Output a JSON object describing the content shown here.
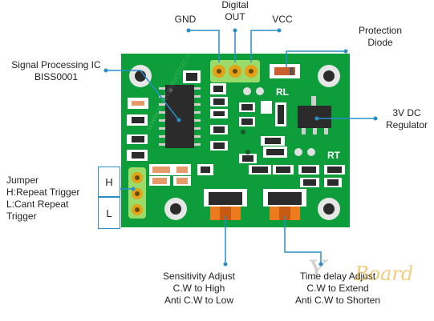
{
  "labels": {
    "gnd": "GND",
    "digital_out_1": "Digital",
    "digital_out_2": "OUT",
    "vcc": "VCC",
    "protection_1": "Protection",
    "protection_2": "Diode",
    "signal_ic_1": "Signal Processing IC",
    "signal_ic_2": "BISS0001",
    "regulator_1": "3V DC",
    "regulator_2": "Regulator",
    "jumper_1": "Jumper",
    "jumper_2": "H:Repeat Trigger",
    "jumper_3": "L:Cant Repeat",
    "jumper_4": "Trigger",
    "sensitivity_1": "Sensitivity Adjust",
    "sensitivity_2": "C.W to High",
    "sensitivity_3": "Anti C.W to Low",
    "time_1": "Time delay Adjust",
    "time_2": "C.W to Extend",
    "time_3": "Anti C.W to Shorten"
  },
  "jumper_box": {
    "h": "H",
    "l": "L"
  },
  "board_marks": {
    "rl": "RL",
    "rt": "RT"
  },
  "watermark": {
    "y": "Y",
    "brand": "Board",
    "faint": "www.electroniclinic.com"
  },
  "colors": {
    "pcb": "#0d9d3a",
    "leader": "#2a8fc7",
    "pin": "#e3a316",
    "pot": "#ee7a1e"
  }
}
